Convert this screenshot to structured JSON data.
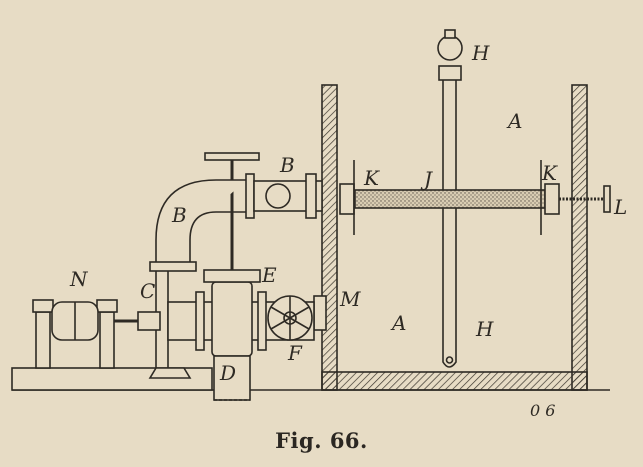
{
  "figure": {
    "caption": "Fig. 66.",
    "corner_number": "0 6",
    "labels": {
      "tank_upper": "A",
      "tank_lower": "A",
      "valve_top": "B",
      "elbow": "B",
      "pipe_ends_left": "K",
      "pipe_ends_right": "K",
      "tube_mid": "J",
      "spindle_right": "L",
      "plug": "M",
      "motor": "N",
      "coupling": "C",
      "gate_valve": "E",
      "handwheel": "F",
      "drain": "D",
      "rod_top": "H",
      "rod_bottom": "H"
    }
  }
}
